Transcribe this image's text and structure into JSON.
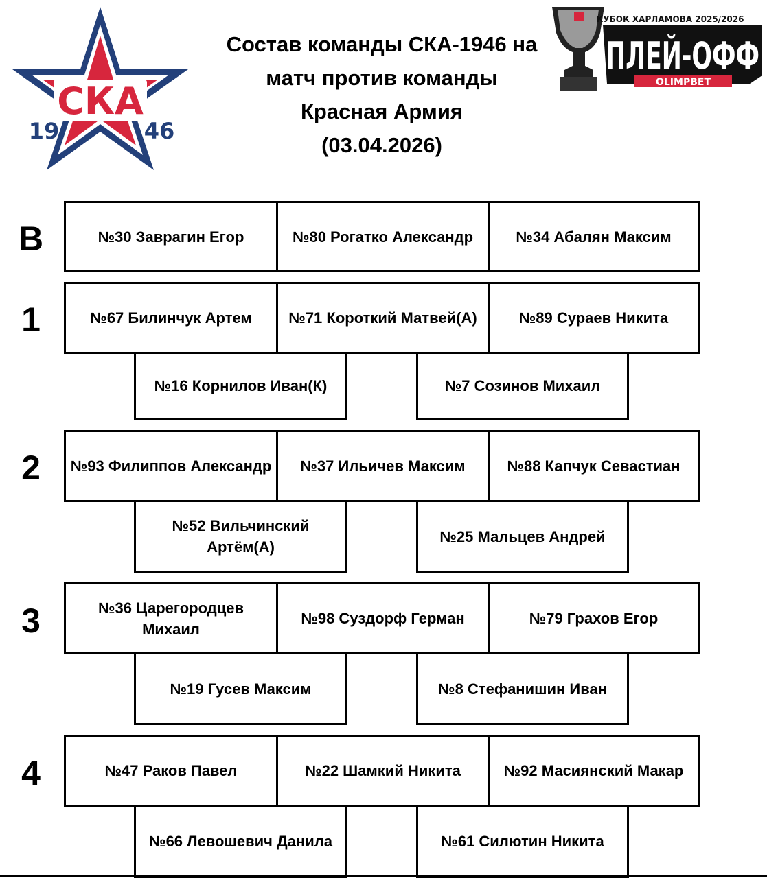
{
  "logo_ska": {
    "text": "СКА",
    "year_left": "19",
    "year_right": "46",
    "colors": {
      "red": "#d7263d",
      "blue": "#23407a",
      "white": "#ffffff"
    }
  },
  "logo_playoff": {
    "cup_name": "КУБОК ХАРЛАМОВА 2025/2026",
    "main": "ПЛЕЙ-ОФФ",
    "sponsor": "OLIMPBET",
    "colors": {
      "black": "#111111",
      "red": "#d7263d",
      "white": "#ffffff"
    }
  },
  "title": {
    "line1": "Состав команды СКА-1946 на",
    "line2": "матч против команды",
    "line3": "Красная Армия",
    "line4": "(03.04.2026)"
  },
  "lines": [
    {
      "label": "В",
      "top": [
        "№30 Заврагин Егор",
        "№80 Рогатко Александр",
        "№34 Абалян Максим"
      ]
    },
    {
      "label": "1",
      "top": [
        "№67 Билинчук Артем",
        "№71 Короткий Матвей(А)",
        "№89 Сураев Никита"
      ],
      "bottom": [
        "№16 Корнилов Иван(К)",
        "№7 Созинов Михаил"
      ]
    },
    {
      "label": "2",
      "top": [
        "№93 Филиппов Александр",
        "№37 Ильичев Максим",
        "№88 Капчук Севастиан"
      ],
      "bottom": [
        "№52 Вильчинский Артём(А)",
        "№25 Мальцев Андрей"
      ]
    },
    {
      "label": "3",
      "top": [
        "№36 Царегородцев Михаил",
        "№98 Суздорф Герман",
        "№79 Грахов Егор"
      ],
      "bottom": [
        "№19 Гусев Максим",
        "№8 Стефанишин Иван"
      ]
    },
    {
      "label": "4",
      "top": [
        "№47 Раков Павел",
        "№22 Шамкий Никита",
        "№92 Масиянский Макар"
      ],
      "bottom": [
        "№66 Левошевич Данила",
        "№61 Силютин Никита"
      ]
    }
  ]
}
